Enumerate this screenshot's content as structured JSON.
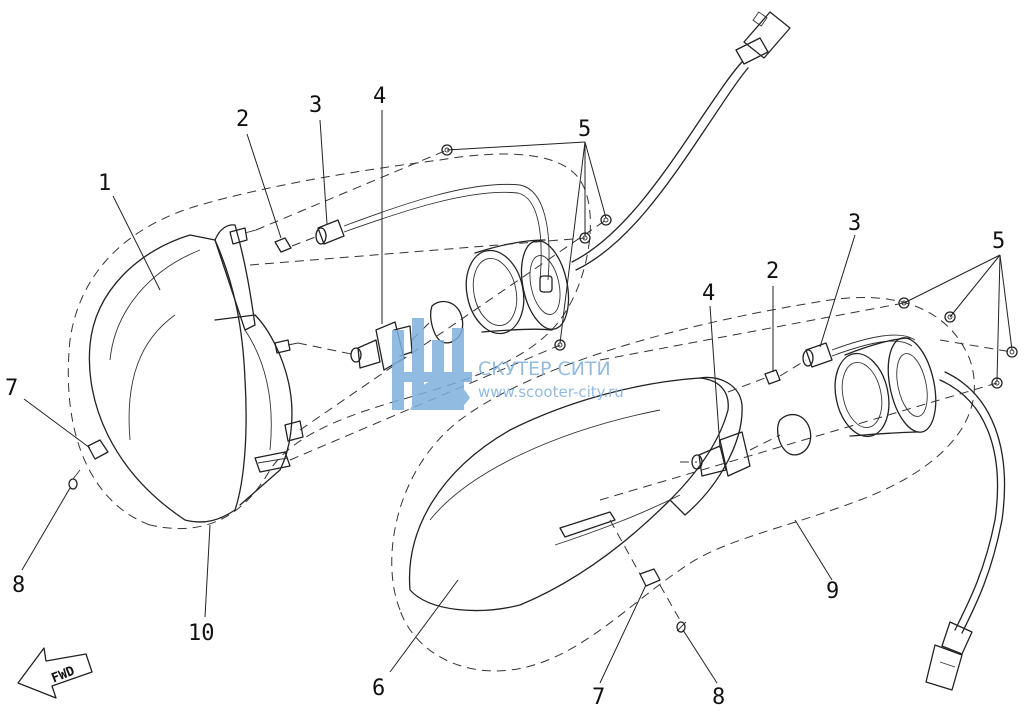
{
  "callouts": {
    "c1": "1",
    "c2a": "2",
    "c3a": "3",
    "c4a": "4",
    "c5a": "5",
    "c7a": "7",
    "c8a": "8",
    "c10": "10",
    "c2b": "2",
    "c3b": "3",
    "c4b": "4",
    "c5b": "5",
    "c6": "6",
    "c7b": "7",
    "c8b": "8",
    "c9": "9"
  },
  "watermark": {
    "name": "СКУТЕР СИТИ",
    "url": "www.scooter-city.ru",
    "color": "#7fb0dc"
  },
  "direction_arrow": {
    "label": "FWD"
  },
  "colors": {
    "line": "#222222",
    "background": "#ffffff"
  }
}
